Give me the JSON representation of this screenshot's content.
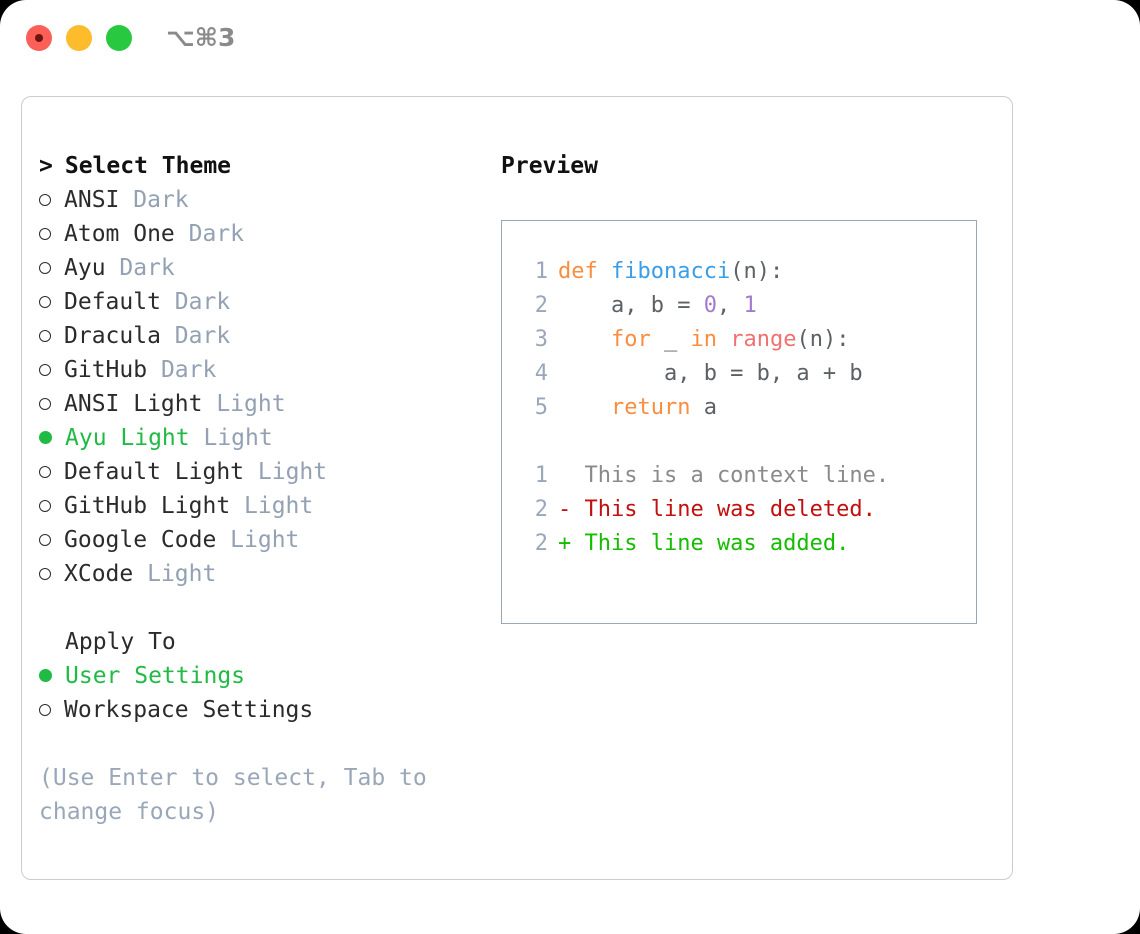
{
  "window": {
    "shortcut": "⌥⌘3",
    "traffic_lights": [
      {
        "name": "close",
        "color": "#fb5f57"
      },
      {
        "name": "minimize",
        "color": "#fcbc2c"
      },
      {
        "name": "zoom",
        "color": "#28c840"
      }
    ]
  },
  "theme_list": {
    "title": "Select Theme",
    "prompt_marker": ">",
    "items": [
      {
        "name": "ANSI",
        "tag": "Dark",
        "selected": false
      },
      {
        "name": "Atom One",
        "tag": "Dark",
        "selected": false
      },
      {
        "name": "Ayu",
        "tag": "Dark",
        "selected": false
      },
      {
        "name": "Default",
        "tag": "Dark",
        "selected": false
      },
      {
        "name": "Dracula",
        "tag": "Dark",
        "selected": false
      },
      {
        "name": "GitHub",
        "tag": "Dark",
        "selected": false
      },
      {
        "name": "ANSI Light",
        "tag": "Light",
        "selected": false
      },
      {
        "name": "Ayu Light",
        "tag": "Light",
        "selected": true
      },
      {
        "name": "Default Light",
        "tag": "Light",
        "selected": false
      },
      {
        "name": "GitHub Light",
        "tag": "Light",
        "selected": false
      },
      {
        "name": "Google Code",
        "tag": "Light",
        "selected": false
      },
      {
        "name": "XCode",
        "tag": "Light",
        "selected": false
      }
    ]
  },
  "apply_to": {
    "title": "Apply To",
    "items": [
      {
        "name": "User Settings",
        "selected": true
      },
      {
        "name": "Workspace Settings",
        "selected": false
      }
    ]
  },
  "hint": "(Use Enter to select, Tab to change focus)",
  "preview": {
    "title": "Preview",
    "code_lines": [
      {
        "lno": "1",
        "tokens": [
          {
            "t": "def ",
            "c": "kw"
          },
          {
            "t": "fibonacci",
            "c": "fn"
          },
          {
            "t": "(n):",
            "c": "pl"
          }
        ]
      },
      {
        "lno": "2",
        "tokens": [
          {
            "t": "    a, b = ",
            "c": "pl"
          },
          {
            "t": "0",
            "c": "num"
          },
          {
            "t": ", ",
            "c": "pl"
          },
          {
            "t": "1",
            "c": "num"
          }
        ]
      },
      {
        "lno": "3",
        "tokens": [
          {
            "t": "    ",
            "c": "pl"
          },
          {
            "t": "for",
            "c": "kw"
          },
          {
            "t": " _ ",
            "c": "pl"
          },
          {
            "t": "in",
            "c": "kw"
          },
          {
            "t": " ",
            "c": "pl"
          },
          {
            "t": "range",
            "c": "bi"
          },
          {
            "t": "(n):",
            "c": "pl"
          }
        ]
      },
      {
        "lno": "4",
        "tokens": [
          {
            "t": "        a, b = b, a + b",
            "c": "pl"
          }
        ]
      },
      {
        "lno": "5",
        "tokens": [
          {
            "t": "    ",
            "c": "pl"
          },
          {
            "t": "return",
            "c": "kw"
          },
          {
            "t": " a",
            "c": "pl"
          }
        ]
      }
    ],
    "diff_lines": [
      {
        "lno": "1",
        "tokens": [
          {
            "t": "  This is a context line.",
            "c": "ctx"
          }
        ]
      },
      {
        "lno": "2",
        "tokens": [
          {
            "t": "- This line was deleted.",
            "c": "del"
          }
        ]
      },
      {
        "lno": "2",
        "tokens": [
          {
            "t": "+ This line was added.",
            "c": "add"
          }
        ]
      }
    ]
  },
  "colors": {
    "accent_green": "#21ba45",
    "muted": "#93a1b3",
    "keyword": "#fa8d3e",
    "function": "#399ee6",
    "number": "#a37acc",
    "builtin": "#f07171",
    "plain": "#5c6166",
    "diff_deleted": "#c20f0f",
    "diff_added": "#15bd00",
    "panel_border": "#c9ccd6",
    "preview_border": "#9aa7ba"
  }
}
